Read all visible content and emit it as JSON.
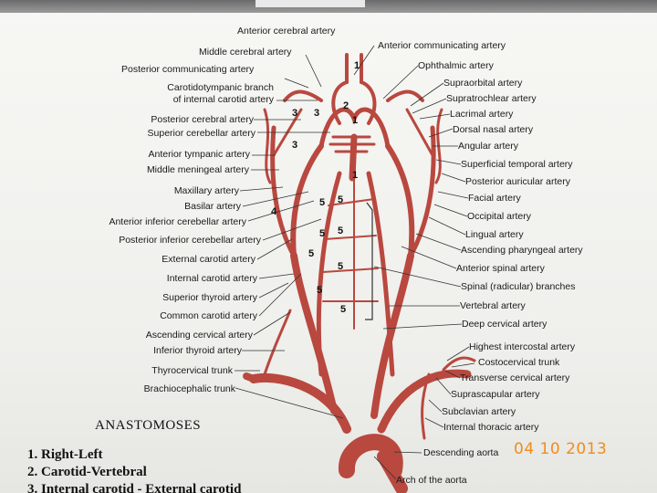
{
  "labels_left": [
    {
      "id": "carotidtympanic-1",
      "text": "Carotidotympanic branch"
    },
    {
      "id": "carotidtympanic-2",
      "text": "of internal carotid artery"
    },
    {
      "id": "middle-cerebral",
      "text": "Middle cerebral artery"
    },
    {
      "id": "posterior-communicating",
      "text": "Posterior communicating artery"
    },
    {
      "id": "posterior-cerebral",
      "text": "Posterior cerebral artery"
    },
    {
      "id": "superior-cerebellar",
      "text": "Superior cerebellar artery"
    },
    {
      "id": "anterior-tympanic",
      "text": "Anterior tympanic artery"
    },
    {
      "id": "middle-meningeal",
      "text": "Middle meningeal artery"
    },
    {
      "id": "maxillary",
      "text": "Maxillary artery"
    },
    {
      "id": "basilar",
      "text": "Basilar artery"
    },
    {
      "id": "aica",
      "text": "Anterior inferior cerebellar artery"
    },
    {
      "id": "pica",
      "text": "Posterior inferior cerebellar artery"
    },
    {
      "id": "external-carotid",
      "text": "External carotid artery"
    },
    {
      "id": "internal-carotid",
      "text": "Internal carotid artery"
    },
    {
      "id": "superior-thyroid",
      "text": "Superior thyroid artery"
    },
    {
      "id": "common-carotid",
      "text": "Common carotid artery"
    },
    {
      "id": "ascending-cervical",
      "text": "Ascending cervical artery"
    },
    {
      "id": "inferior-thyroid",
      "text": "Inferior thyroid artery"
    },
    {
      "id": "thyrocervical",
      "text": "Thyrocervical trunk"
    },
    {
      "id": "brachiocephalic",
      "text": "Brachiocephalic trunk"
    }
  ],
  "labels_top": [
    {
      "id": "anterior-cerebral",
      "text": "Anterior cerebral artery"
    }
  ],
  "labels_right": [
    {
      "id": "anterior-communicating",
      "text": "Anterior communicating artery"
    },
    {
      "id": "ophthalmic",
      "text": "Ophthalmic artery"
    },
    {
      "id": "supraorbital",
      "text": "Supraorbital artery"
    },
    {
      "id": "supratrochlear",
      "text": "Supratrochlear artery"
    },
    {
      "id": "lacrimal",
      "text": "Lacrimal artery"
    },
    {
      "id": "dorsal-nasal",
      "text": "Dorsal nasal artery"
    },
    {
      "id": "angular",
      "text": "Angular artery"
    },
    {
      "id": "superficial-temporal",
      "text": "Superficial temporal artery"
    },
    {
      "id": "posterior-auricular",
      "text": "Posterior auricular artery"
    },
    {
      "id": "facial",
      "text": "Facial artery"
    },
    {
      "id": "occipital",
      "text": "Occipital artery"
    },
    {
      "id": "lingual",
      "text": "Lingual artery"
    },
    {
      "id": "ascending-pharyngeal",
      "text": "Ascending pharyngeal artery"
    },
    {
      "id": "anterior-spinal",
      "text": "Anterior spinal artery"
    },
    {
      "id": "spinal-branches",
      "text": "Spinal (radicular) branches"
    },
    {
      "id": "vertebral",
      "text": "Vertebral artery"
    },
    {
      "id": "deep-cervical",
      "text": "Deep cervical artery"
    },
    {
      "id": "highest-intercostal",
      "text": "Highest intercostal artery"
    },
    {
      "id": "costocervical",
      "text": "Costocervical trunk"
    },
    {
      "id": "transverse-cervical",
      "text": "Transverse cervical artery"
    },
    {
      "id": "suprascapular",
      "text": "Suprascapular artery"
    },
    {
      "id": "subclavian",
      "text": "Subclavian artery"
    },
    {
      "id": "internal-thoracic",
      "text": "Internal thoracic artery"
    },
    {
      "id": "descending-aorta",
      "text": "Descending aorta"
    },
    {
      "id": "arch-aorta",
      "text": "Arch of the aorta"
    }
  ],
  "anastomosis_numbers": [
    "1",
    "1",
    "1",
    "2",
    "3",
    "3",
    "3",
    "4",
    "5",
    "5",
    "5",
    "5",
    "5",
    "5",
    "5",
    "5"
  ],
  "anastomoses": {
    "title": "ANASTOMOSES",
    "items": [
      "1. Right-Left",
      "2. Carotid-Vertebral",
      "3. Internal carotid - External carotid"
    ]
  },
  "date_stamp": "04 10 2013",
  "colors": {
    "artery": "#b9483f",
    "artery_dark": "#8e2f28",
    "label": "#1a1a1a",
    "stamp": "#f28c1a"
  }
}
